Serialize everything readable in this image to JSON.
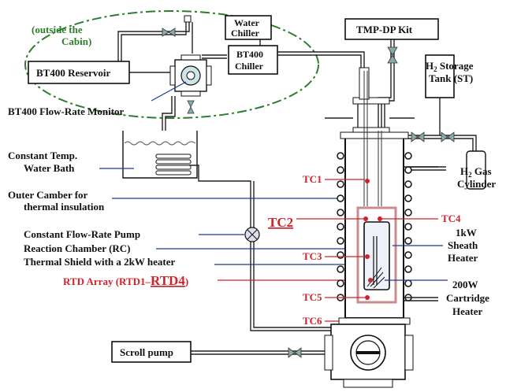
{
  "labels": {
    "outside_cabin_1": "(outside the",
    "outside_cabin_2": "Cabin)",
    "water_chiller_1": "Water",
    "water_chiller_2": "Chiller",
    "bt400_chiller_1": "BT400",
    "bt400_chiller_2": "Chiller",
    "bt400_reservoir": "BT400 Reservoir",
    "flow_rate_monitor": "BT400 Flow-Rate Monitor",
    "tmp_dp_kit": "TMP-DP Kit",
    "h2_storage_1": "H",
    "h2_storage_sub": "2",
    "h2_storage_1b": " Storage",
    "h2_storage_2": "Tank (ST)",
    "water_bath_1": "Constant Temp.",
    "water_bath_2": "Water Bath",
    "outer_chamber_1": "Outer Camber for",
    "outer_chamber_2": "thermal insulation",
    "flow_pump": "Constant Flow-Rate Pump",
    "reaction_chamber": "Reaction Chamber (RC)",
    "thermal_shield": "Thermal Shield with a 2kW heater",
    "rtd_array": "RTD Array (RTD1–",
    "rtd4": "RTD4",
    "rtd_close": ")",
    "h2_gas_1": "H",
    "h2_gas_sub": "2",
    "h2_gas_1b": " Gas",
    "h2_gas_2": "Cylinder",
    "sheath_1": "1kW",
    "sheath_2": "Sheath",
    "sheath_3": "Heater",
    "cartridge_1": "200W",
    "cartridge_2": "Cartridge",
    "cartridge_3": "Heater",
    "scroll_pump": "Scroll pump",
    "tc1": "TC1",
    "tc2": "TC2",
    "tc3": "TC3",
    "tc4": "TC4",
    "tc5": "TC5",
    "tc6": "TC6"
  },
  "colors": {
    "annotation_red": "#d0222a",
    "arrow_blue": "#1f3a93",
    "cabin_green": "#2e7d2a"
  }
}
